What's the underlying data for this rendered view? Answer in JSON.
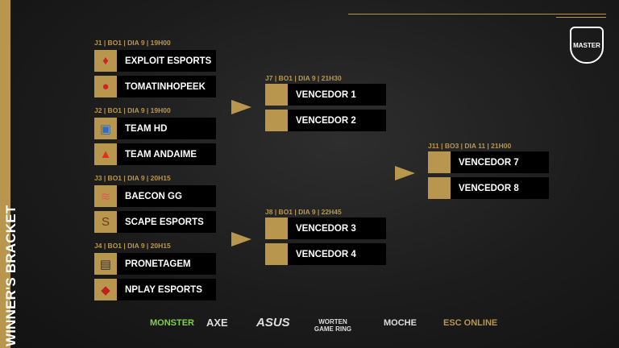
{
  "title": "WINNER'S BRACKET",
  "logo_text": "MASTER",
  "round1": [
    {
      "label": "J1 | BO1 | DIA 9 | 19H00",
      "teams": [
        {
          "name": "EXPLOIT ESPORTS",
          "icon": "♦",
          "color": "#d0202a"
        },
        {
          "name": "TOMATINHOPEEK",
          "icon": "●",
          "color": "#d0202a"
        }
      ]
    },
    {
      "label": "J2 | BO1 | DIA 9 | 19H00",
      "teams": [
        {
          "name": "TEAM HD",
          "icon": "▣",
          "color": "#2a6fd0"
        },
        {
          "name": "TEAM ANDAIME",
          "icon": "▲",
          "color": "#e03020"
        }
      ]
    },
    {
      "label": "J3 | BO1 | DIA 9 | 20H15",
      "teams": [
        {
          "name": "BAECON GG",
          "icon": "≋",
          "color": "#e05a5a"
        },
        {
          "name": "SCAPE ESPORTS",
          "icon": "S",
          "color": "#6a3a1a"
        }
      ]
    },
    {
      "label": "J4 | BO1 | DIA 9 | 20H15",
      "teams": [
        {
          "name": "PRONETAGEM",
          "icon": "▤",
          "color": "#333333"
        },
        {
          "name": "NPLAY ESPORTS",
          "icon": "◆",
          "color": "#c02020"
        }
      ]
    }
  ],
  "round2": [
    {
      "label": "J7 | BO1 | DIA 9 | 21H30",
      "teams": [
        "VENCEDOR 1",
        "VENCEDOR 2"
      ]
    },
    {
      "label": "J8 | BO1 | DIA 9 | 22H45",
      "teams": [
        "VENCEDOR 3",
        "VENCEDOR 4"
      ]
    }
  ],
  "final": {
    "label": "J11 | BO3 | DIA 11 | 21H00",
    "teams": [
      "VENCEDOR 7",
      "VENCEDOR 8"
    ]
  },
  "sponsors": [
    "MONSTER",
    "AXE",
    "ASUS",
    "WORTEN GAME RING",
    "MOCHE",
    "ESC ONLINE"
  ],
  "accent": "#b8964e"
}
